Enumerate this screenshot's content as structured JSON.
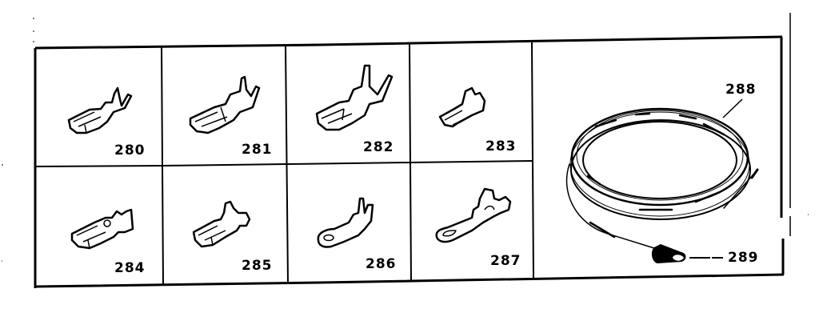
{
  "diagram": {
    "type": "parts-illustration",
    "subject": "Electrical terminal and wire kit",
    "colors": {
      "ink": "#000000",
      "paper": "#ffffff"
    },
    "parts": [
      {
        "number": "280",
        "description": "female spade terminal with insulation crimp"
      },
      {
        "number": "281",
        "description": "female spade terminal, long barrel"
      },
      {
        "number": "282",
        "description": "female spade terminal, tall crimp wings"
      },
      {
        "number": "283",
        "description": "small female spade terminal"
      },
      {
        "number": "284",
        "description": "flat female spade terminal"
      },
      {
        "number": "285",
        "description": "female spade terminal with rounded wings"
      },
      {
        "number": "286",
        "description": "ring terminal"
      },
      {
        "number": "287",
        "description": "ring tongue terminal"
      },
      {
        "number": "288",
        "description": "coil of wire"
      },
      {
        "number": "289",
        "description": "wire connector cap"
      }
    ]
  }
}
